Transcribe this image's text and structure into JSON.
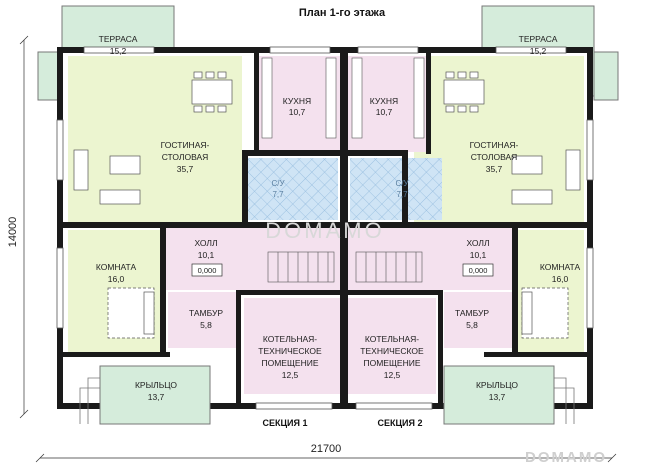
{
  "title": "План 1-го этажа",
  "dimensions": {
    "width": "21700",
    "height": "14000"
  },
  "rooms": {
    "terrace_left": {
      "name": "ТЕРРАСА",
      "area": "15,2"
    },
    "terrace_right": {
      "name": "ТЕРРАСА",
      "area": "15,2"
    },
    "kitchen_left": {
      "name": "КУХНЯ",
      "area": "10,7"
    },
    "kitchen_right": {
      "name": "КУХНЯ",
      "area": "10,7"
    },
    "living_left": {
      "name1": "ГОСТИНАЯ-",
      "name2": "СТОЛОВАЯ",
      "area": "35,7"
    },
    "living_right": {
      "name1": "ГОСТИНАЯ-",
      "name2": "СТОЛОВАЯ",
      "area": "35,7"
    },
    "wc_left": {
      "name": "С/У",
      "area": "7,7"
    },
    "wc_right": {
      "name": "С/У",
      "area": "7,7"
    },
    "hall_left": {
      "name": "ХОЛЛ",
      "area": "10,1",
      "level": "0,000"
    },
    "hall_right": {
      "name": "ХОЛЛ",
      "area": "10,1",
      "level": "0,000"
    },
    "room_left": {
      "name": "КОМНАТА",
      "area": "16,0"
    },
    "room_right": {
      "name": "КОМНАТА",
      "area": "16,0"
    },
    "vestibule_left": {
      "name": "ТАМБУР",
      "area": "5,8"
    },
    "vestibule_right": {
      "name": "ТАМБУР",
      "area": "5,8"
    },
    "boiler_left": {
      "name1": "КОТЕЛЬНАЯ-",
      "name2": "ТЕХНИЧЕСКОЕ",
      "name3": "ПОМЕЩЕНИЕ",
      "area": "12,5"
    },
    "boiler_right": {
      "name1": "КОТЕЛЬНАЯ-",
      "name2": "ТЕХНИЧЕСКОЕ",
      "name3": "ПОМЕЩЕНИЕ",
      "area": "12,5"
    },
    "porch_left": {
      "name": "КРЫЛЬЦО",
      "area": "13,7"
    },
    "porch_right": {
      "name": "КРЫЛЬЦО",
      "area": "13,7"
    }
  },
  "sections": {
    "left": "СЕКЦИЯ 1",
    "right": "СЕКЦИЯ 2"
  },
  "watermark": "DOMAMO",
  "colors": {
    "living": "#ecf5d0",
    "terrace": "#d5ecdb",
    "kitchen": "#f4e1ee",
    "hall": "#f4e1ee",
    "wc": "#cfe4f5",
    "wall": "#1a1a1a"
  }
}
